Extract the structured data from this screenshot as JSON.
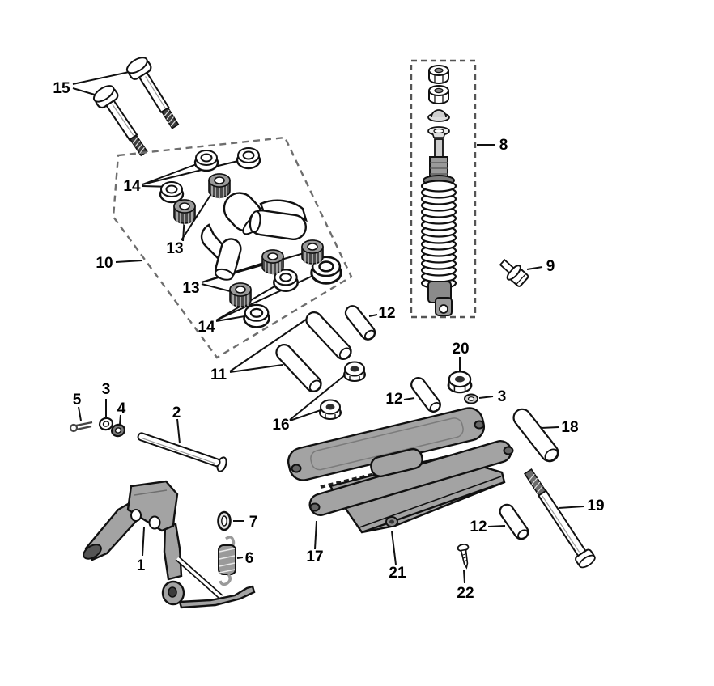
{
  "figure": {
    "kind": "exploded-parts-diagram",
    "subject": "center stand and rear suspension parts",
    "background_color": "#ffffff",
    "line_color": "#111111",
    "metal_gray": "#a3a3a3",
    "dark_gray": "#4a4a4a"
  },
  "parts": [
    {
      "number": "1",
      "name": "center-stand"
    },
    {
      "number": "2",
      "name": "stand-pivot-pin"
    },
    {
      "number": "3",
      "name": "washer"
    },
    {
      "number": "4",
      "name": "wave-washer"
    },
    {
      "number": "5",
      "name": "cotter-pin"
    },
    {
      "number": "6",
      "name": "stand-return-spring"
    },
    {
      "number": "7",
      "name": "washer"
    },
    {
      "number": "8",
      "name": "rear-shock-absorber"
    },
    {
      "number": "9",
      "name": "flange-bolt"
    },
    {
      "number": "10",
      "name": "engine-mount-link-assembly"
    },
    {
      "number": "11",
      "name": "spacer-sleeve-long"
    },
    {
      "number": "12",
      "name": "spacer-sleeve-short"
    },
    {
      "number": "13",
      "name": "serrated-bushing"
    },
    {
      "number": "14",
      "name": "mount-bushing"
    },
    {
      "number": "15",
      "name": "engine-mount-bolt"
    },
    {
      "number": "16",
      "name": "flange-nut"
    },
    {
      "number": "17",
      "name": "swing-arm"
    },
    {
      "number": "18",
      "name": "spacer-sleeve"
    },
    {
      "number": "19",
      "name": "pivot-bolt"
    },
    {
      "number": "20",
      "name": "flange-nut"
    },
    {
      "number": "21",
      "name": "brace-plate"
    },
    {
      "number": "22",
      "name": "screw"
    }
  ]
}
